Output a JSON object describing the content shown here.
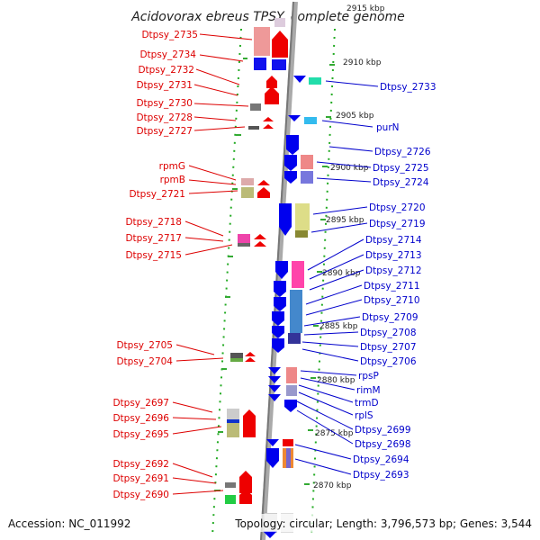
{
  "title": "Acidovorax ebreus TPSY, complete genome",
  "footer": {
    "accession": "Accession: NC_011992",
    "topology": "Topology: circular; Length: 3,796,573 bp; Genes: 3,544"
  },
  "ticks": [
    "2915 kbp",
    "2910 kbp",
    "2905 kbp",
    "2900 kbp",
    "2895 kbp",
    "2890 kbp",
    "2885 kbp",
    "2880 kbp",
    "2875 kbp",
    "2870 kbp"
  ],
  "left_genes": [
    "Dtpsy_2735",
    "Dtpsy_2734",
    "Dtpsy_2732",
    "Dtpsy_2731",
    "Dtpsy_2730",
    "Dtpsy_2728",
    "Dtpsy_2727",
    "rpmG",
    "rpmB",
    "Dtpsy_2721",
    "Dtpsy_2718",
    "Dtpsy_2717",
    "Dtpsy_2715",
    "Dtpsy_2705",
    "Dtpsy_2704",
    "Dtpsy_2697",
    "Dtpsy_2696",
    "Dtpsy_2695",
    "Dtpsy_2692",
    "Dtpsy_2691",
    "Dtpsy_2690"
  ],
  "right_genes": [
    "Dtpsy_2733",
    "purN",
    "Dtpsy_2726",
    "Dtpsy_2725",
    "Dtpsy_2724",
    "Dtpsy_2720",
    "Dtpsy_2719",
    "Dtpsy_2714",
    "Dtpsy_2713",
    "Dtpsy_2712",
    "Dtpsy_2711",
    "Dtpsy_2710",
    "Dtpsy_2709",
    "Dtpsy_2708",
    "Dtpsy_2707",
    "Dtpsy_2706",
    "rpsP",
    "rimM",
    "trmD",
    "rplS",
    "Dtpsy_2699",
    "Dtpsy_2698",
    "Dtpsy_2694",
    "Dtpsy_2693"
  ],
  "colors": {
    "forward_strand": "#ee0000",
    "reverse_strand": "#0000ee",
    "backbone": "#888888",
    "dotted_ring": "#22aa22"
  }
}
